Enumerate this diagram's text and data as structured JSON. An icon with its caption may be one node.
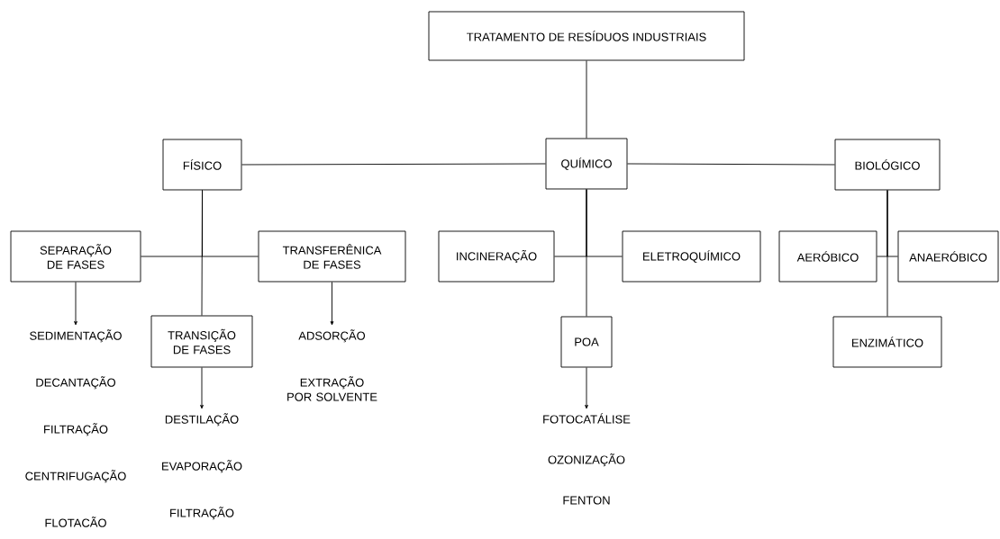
{
  "diagram": {
    "nodes": [
      {
        "text": [
          "TRATAMENTO DE RESÍDUOS INDUSTRIAIS"
        ]
      },
      {
        "text": [
          "FÍSICO"
        ]
      },
      {
        "text": [
          "QUÍMICO"
        ]
      },
      {
        "text": [
          "BIOLÓGICO"
        ]
      },
      {
        "text": [
          "SEPARAÇÃO DE FASES"
        ]
      },
      {
        "text": [
          "TRANSFERÊNICA DE FASES"
        ]
      },
      {
        "text": [
          "TRANSIÇÃO DE FASES"
        ]
      },
      {
        "text": [
          "INCINERAÇÃO"
        ]
      },
      {
        "text": [
          "ELETROQUÍMICO"
        ]
      },
      {
        "text": [
          "POA"
        ]
      },
      {
        "text": [
          "AERÓBICO"
        ]
      },
      {
        "text": [
          "ANAERÓBICO"
        ]
      },
      {
        "text": [
          "ENZIMÁTICO"
        ]
      },
      {
        "text": [
          "SEDIMENTAÇÃO",
          "DECANTAÇÃO",
          "FILTRAÇÃO",
          "CENTRIFUGAÇÃO",
          "FLOTACÃO"
        ]
      },
      {
        "text": [
          "DESTILAÇÃO",
          "EVAPORAÇÃO",
          "FILTRAÇÃO"
        ]
      },
      {
        "text": [
          "ADSORÇÃO",
          "EXTRAÇÃO POR SOLVENTE"
        ]
      },
      {
        "text": [
          "FOTOCATÁLISE",
          "OZONIZAÇÃO",
          "FENTON"
        ]
      }
    ],
    "edges": [
      {
        "from": 0,
        "to": 2,
        "arrow": "none"
      },
      {
        "from": 1,
        "to": 2,
        "arrow": "none"
      },
      {
        "from": 2,
        "to": 3,
        "arrow": "none"
      },
      {
        "from": 1,
        "to": 4,
        "arrow": "none"
      },
      {
        "from": 1,
        "to": 5,
        "arrow": "none"
      },
      {
        "from": 1,
        "to": 6,
        "arrow": "none"
      },
      {
        "from": 2,
        "to": 7,
        "arrow": "none"
      },
      {
        "from": 2,
        "to": 8,
        "arrow": "none"
      },
      {
        "from": 2,
        "to": 9,
        "arrow": "none"
      },
      {
        "from": 3,
        "to": 10,
        "arrow": "none"
      },
      {
        "from": 3,
        "to": 11,
        "arrow": "none"
      },
      {
        "from": 3,
        "to": 12,
        "arrow": "none"
      },
      {
        "from": 4,
        "to": 13,
        "arrow": "to"
      },
      {
        "from": 6,
        "to": 14,
        "arrow": "to"
      },
      {
        "from": 5,
        "to": 15,
        "arrow": "to"
      },
      {
        "from": 9,
        "to": 16,
        "arrow": "to"
      }
    ]
  }
}
